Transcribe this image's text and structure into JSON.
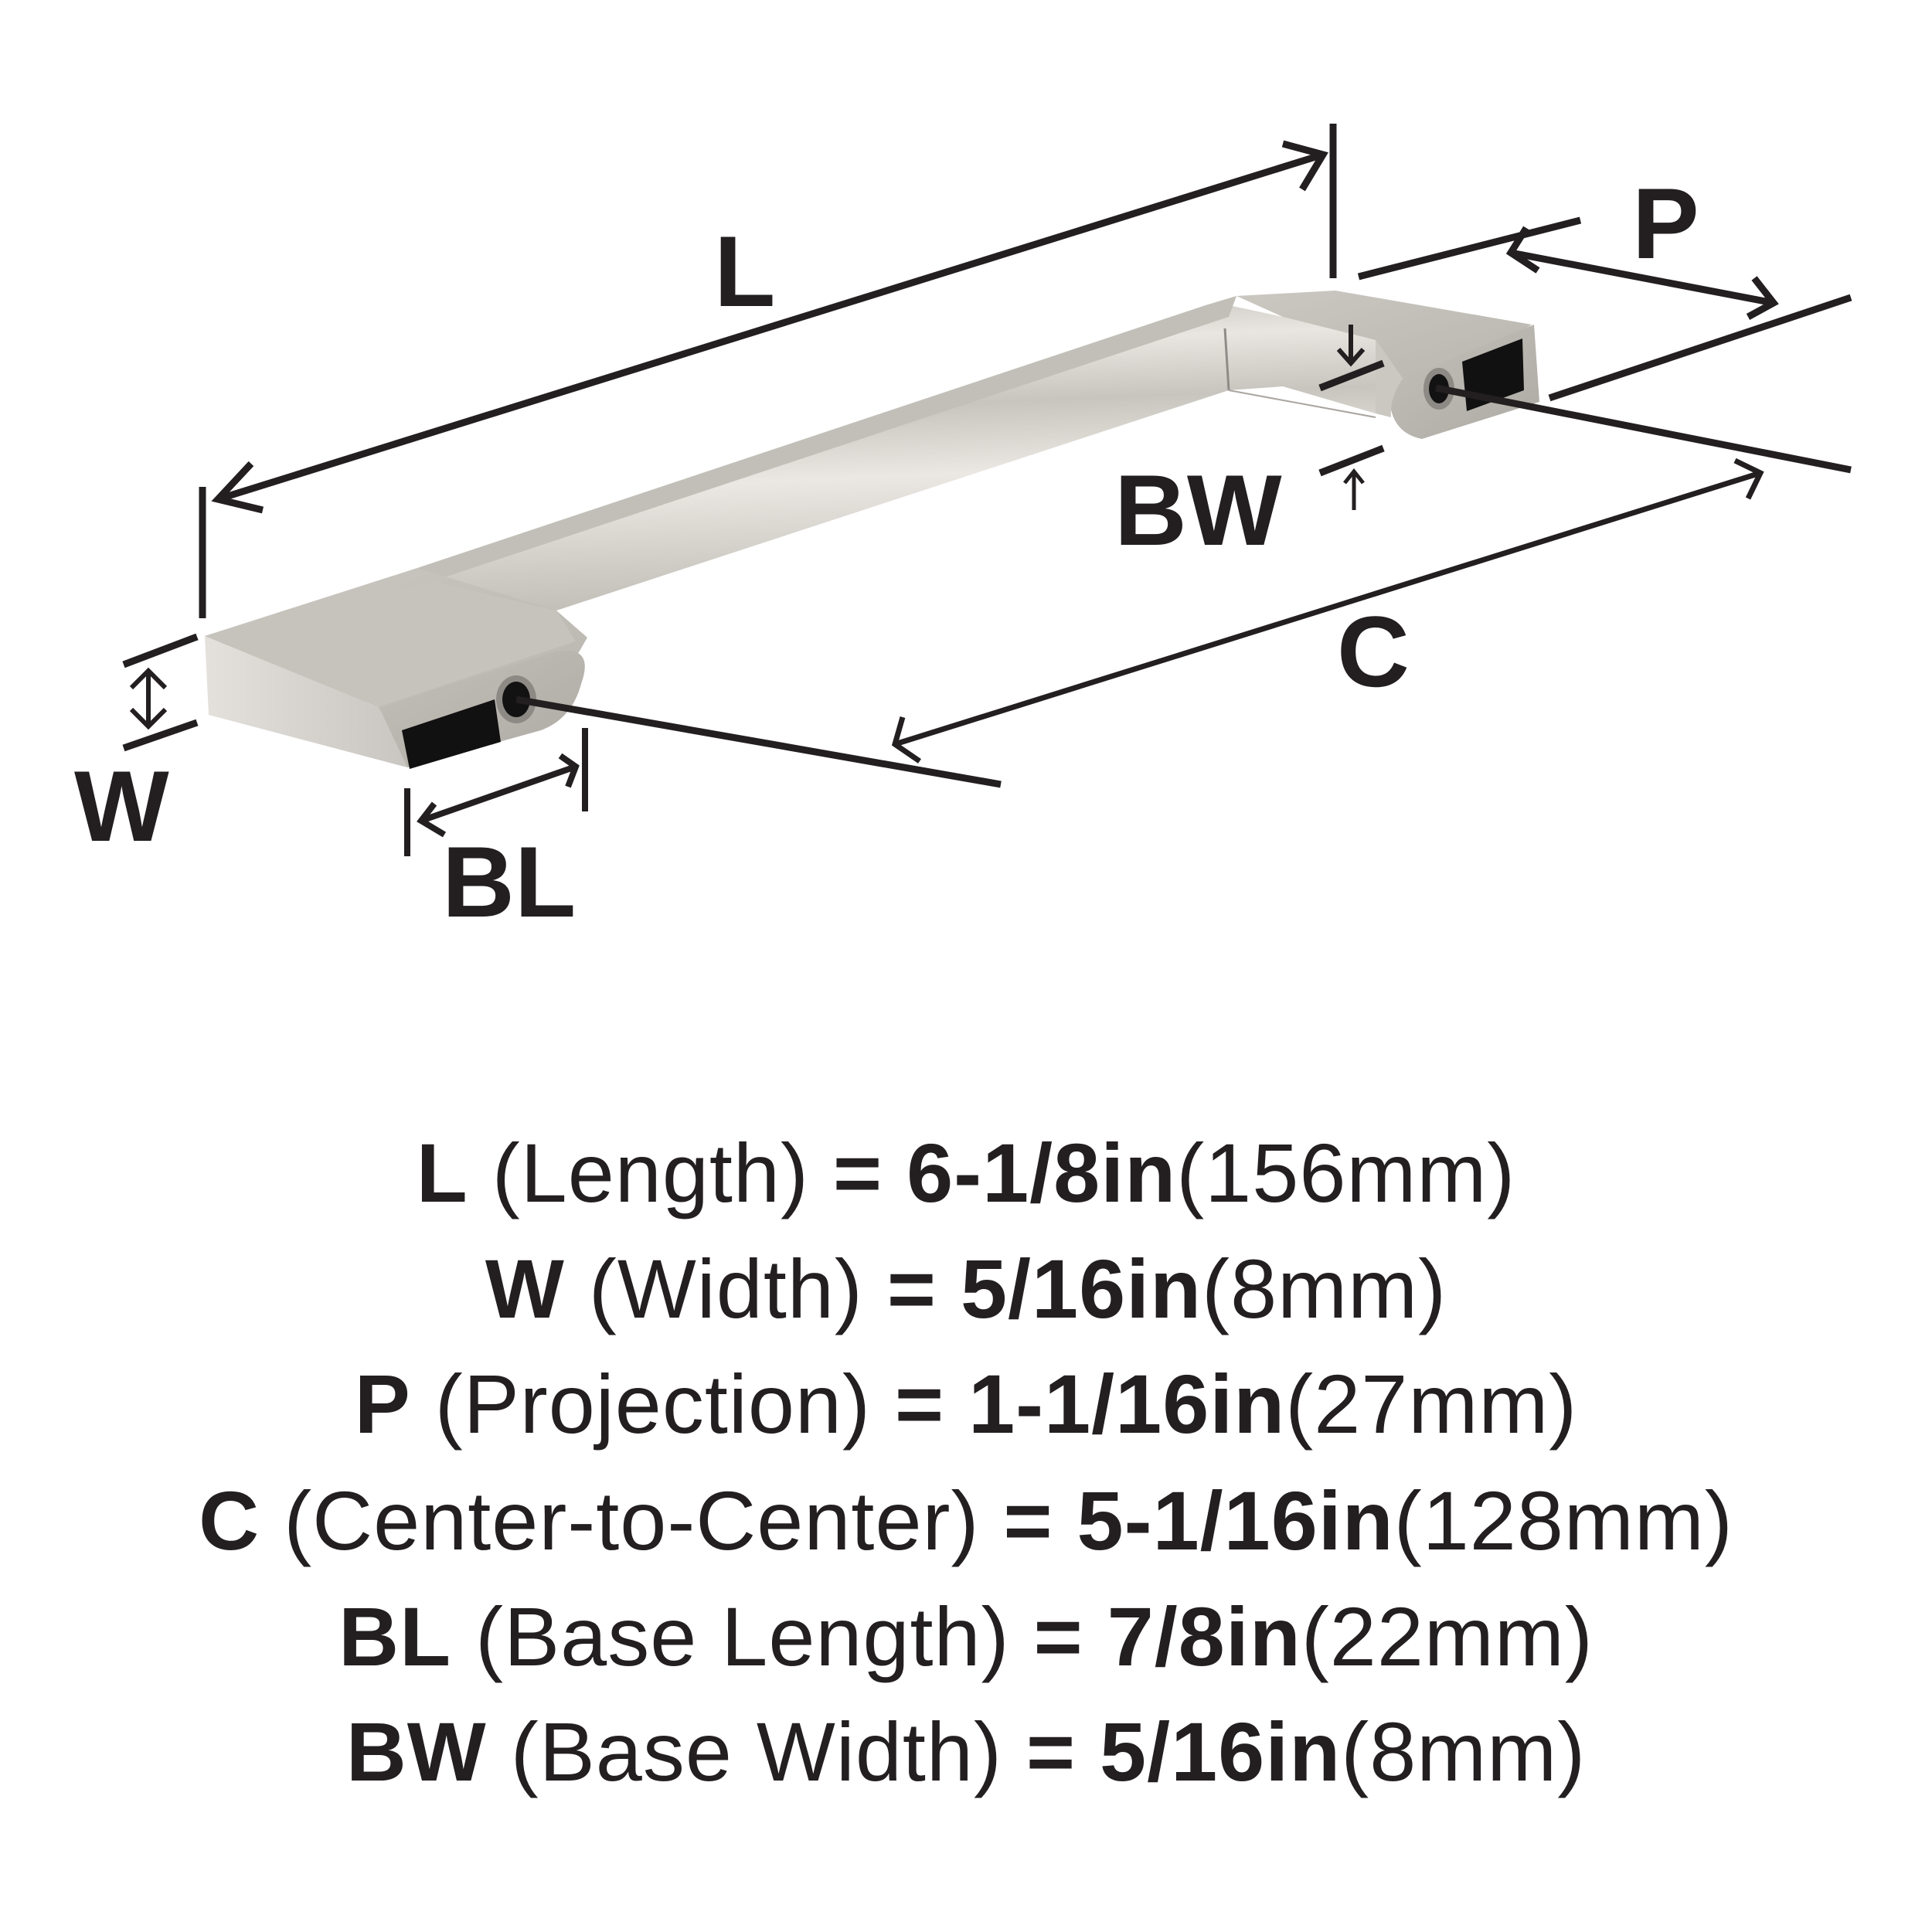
{
  "diagram": {
    "subject": "cabinet bar pull handle",
    "finish_color": "#c9c5bf",
    "line_color": "#231f20",
    "labels": {
      "L": "L",
      "P": "P",
      "BW": "BW",
      "C": "C",
      "W": "W",
      "BL": "BL"
    }
  },
  "specs": [
    {
      "code": "L",
      "name": "(Length)",
      "eq": "=",
      "imperial": "6-1/8in",
      "metric": "(156mm)"
    },
    {
      "code": "W",
      "name": "(Width)",
      "eq": "=",
      "imperial": "5/16in",
      "metric": "(8mm)"
    },
    {
      "code": "P",
      "name": "(Projection)",
      "eq": "=",
      "imperial": "1-1/16in",
      "metric": "(27mm)"
    },
    {
      "code": "C",
      "name": "(Center-to-Center)",
      "eq": "=",
      "imperial": "5-1/16in",
      "metric": "(128mm)"
    },
    {
      "code": "BL",
      "name": "(Base Length)",
      "eq": "=",
      "imperial": "7/8in",
      "metric": "(22mm)"
    },
    {
      "code": "BW",
      "name": "(Base Width)",
      "eq": "=",
      "imperial": "5/16in",
      "metric": "(8mm)"
    }
  ]
}
